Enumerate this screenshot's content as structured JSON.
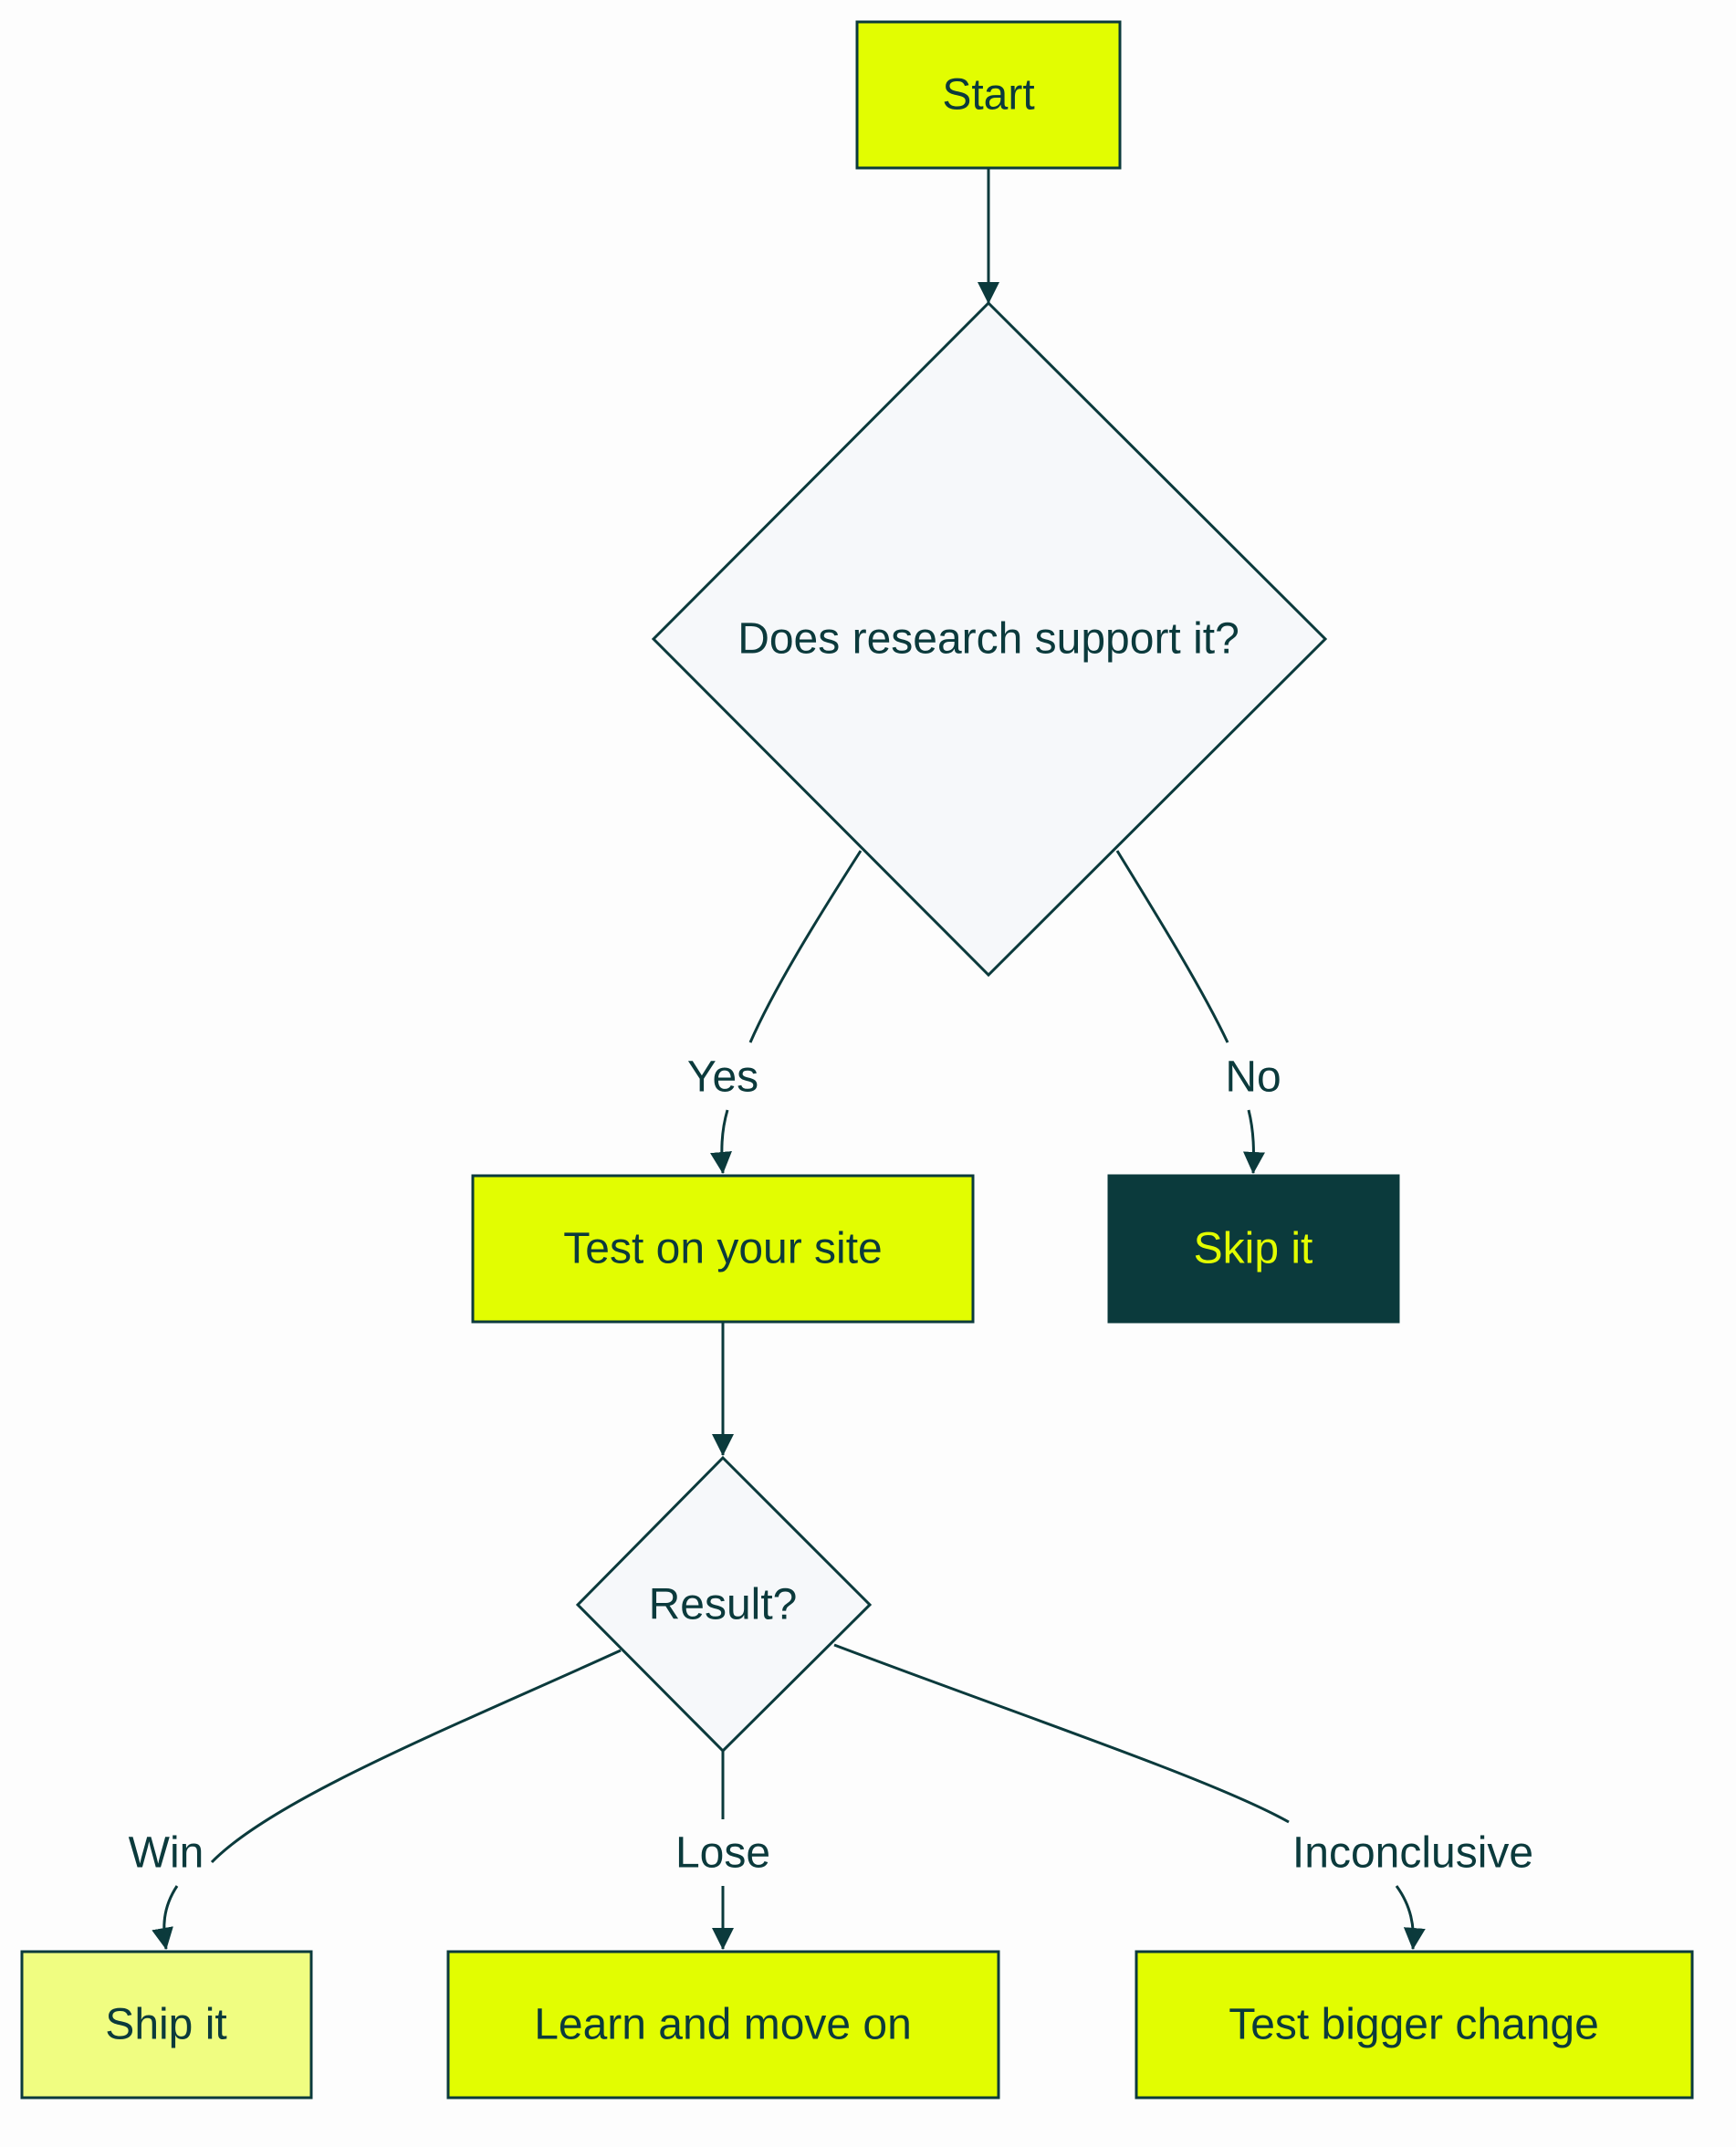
{
  "colors": {
    "background": "#fdfdfd",
    "primary_fill": "#e2fd01",
    "light_fill": "#f0fd81",
    "dark_fill": "#0b3a3c",
    "decision_fill": "#f6f8fa",
    "stroke": "#0b3a3c",
    "dark_text": "#0b3a3c",
    "accent_text": "#e2fd01"
  },
  "nodes": {
    "start": {
      "label": "Start"
    },
    "research_decision": {
      "label": "Does research support it?"
    },
    "test_site": {
      "label": "Test on your site"
    },
    "skip": {
      "label": "Skip it"
    },
    "result_decision": {
      "label": "Result?"
    },
    "ship": {
      "label": "Ship it"
    },
    "learn": {
      "label": "Learn and move on"
    },
    "test_bigger": {
      "label": "Test bigger change"
    }
  },
  "edges": {
    "yes": {
      "label": "Yes"
    },
    "no": {
      "label": "No"
    },
    "win": {
      "label": "Win"
    },
    "lose": {
      "label": "Lose"
    },
    "inconclusive": {
      "label": "Inconclusive"
    }
  }
}
